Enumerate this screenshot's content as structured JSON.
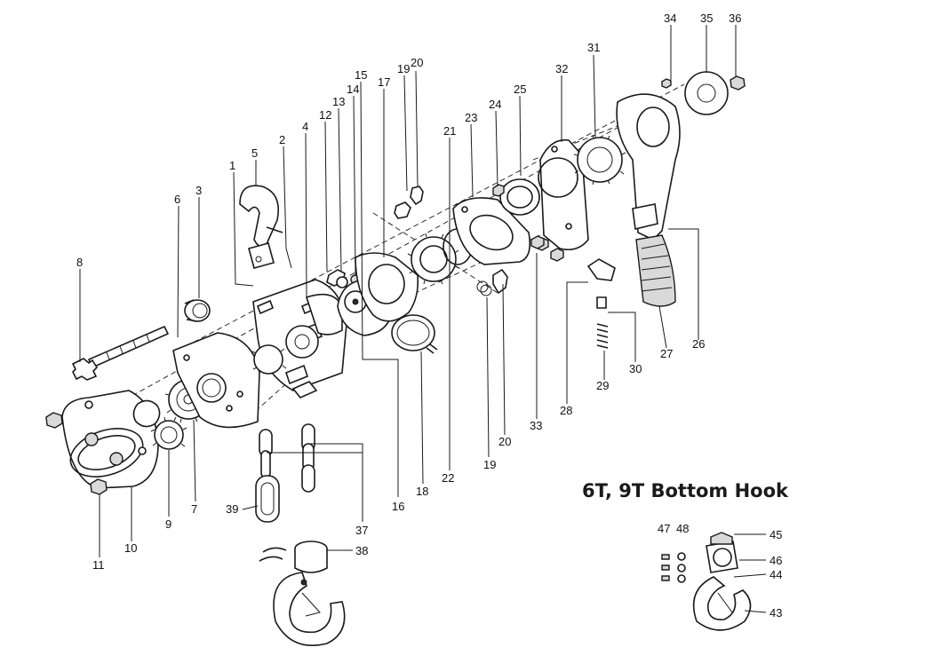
{
  "diagram": {
    "inset_title": "6T, 9T Bottom Hook",
    "labels": {
      "l1": "1",
      "l2": "2",
      "l3": "3",
      "l4": "4",
      "l5": "5",
      "l6": "6",
      "l7": "7",
      "l8": "8",
      "l9": "9",
      "l10": "10",
      "l11": "11",
      "l12": "12",
      "l13": "13",
      "l14": "14",
      "l15": "15",
      "l16": "16",
      "l17": "17",
      "l18": "18",
      "l19a": "19",
      "l19b": "19",
      "l20a": "20",
      "l20b": "20",
      "l21": "21",
      "l22": "22",
      "l23": "23",
      "l24": "24",
      "l25": "25",
      "l26": "26",
      "l27": "27",
      "l28": "28",
      "l29": "29",
      "l30": "30",
      "l31": "31",
      "l32": "32",
      "l33": "33",
      "l34": "34",
      "l35": "35",
      "l36": "36",
      "l37": "37",
      "l38": "38",
      "l39": "39",
      "l43": "43",
      "l44": "44",
      "l45": "45",
      "l46": "46",
      "l47": "47",
      "l48": "48"
    }
  }
}
